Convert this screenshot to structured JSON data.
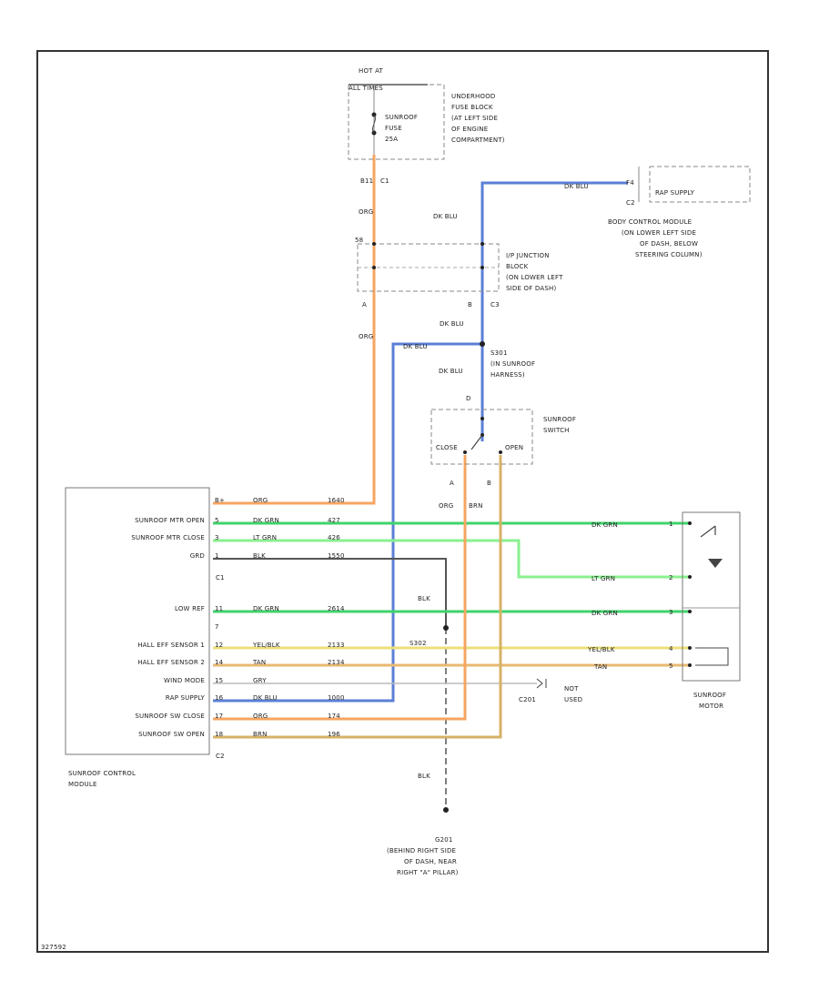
{
  "figure_id": "327592",
  "power": {
    "hot_label_1": "HOT AT",
    "hot_label_2": "ALL TIMES",
    "fuse_label": [
      "SUNROOF",
      "FUSE",
      "25A"
    ],
    "fuse_block_label": [
      "UNDERHOOD",
      "FUSE BLOCK",
      "(AT LEFT SIDE",
      "OF ENGINE",
      "COMPARTMENT)"
    ],
    "pin_b11": "B11",
    "pin_c1_top": "C1",
    "wire_org_1": "ORG",
    "wire_org_2": "ORG"
  },
  "bcm": {
    "wire": "DK BLU",
    "pin": "F4",
    "conn": "C2",
    "supply_label": "RAP SUPPLY",
    "name": [
      "BODY CONTROL MODULE",
      "(ON LOWER LEFT SIDE",
      "OF DASH, BELOW",
      "STEERING COLUMN)"
    ]
  },
  "junction_block": {
    "name": [
      "I/P JUNCTION",
      "BLOCK",
      "(ON LOWER LEFT",
      "SIDE OF DASH)"
    ],
    "pin_58": "58",
    "pin_a": "A",
    "pin_b": "B",
    "pin_c3": "C3",
    "wire_dk_blu_1": "DK BLU",
    "wire_dk_blu_2": "DK BLU",
    "wire_dk_blu_3": "DK BLU",
    "wire_dk_blu_4": "DK BLU"
  },
  "splice": {
    "name": [
      "S301",
      "(IN SUNROOF",
      "HARNESS)"
    ]
  },
  "switch": {
    "name": [
      "SUNROOF",
      "SWITCH"
    ],
    "close_label": "CLOSE",
    "open_label": "OPEN",
    "pin_d": "D",
    "pin_a": "A",
    "pin_b": "B",
    "wire_org": "ORG",
    "wire_brn": "BRN"
  },
  "module": {
    "name": [
      "SUNROOF CONTROL",
      "MODULE"
    ],
    "conn_c1": "C1",
    "conn_c2": "C2",
    "rows": [
      {
        "pin": "B+",
        "label": "",
        "wire": "ORG",
        "circuit": "1640"
      },
      {
        "pin": "5",
        "label": "SUNROOF MTR OPEN",
        "wire": "DK GRN",
        "circuit": "427"
      },
      {
        "pin": "3",
        "label": "SUNROOF MTR CLOSE",
        "wire": "LT GRN",
        "circuit": "426"
      },
      {
        "pin": "1",
        "label": "GRD",
        "wire": "BLK",
        "circuit": "1550"
      },
      {
        "pin": "11",
        "label": "LOW REF",
        "wire": "DK GRN",
        "circuit": "2614"
      },
      {
        "pin": "7",
        "label": "",
        "wire": "",
        "circuit": ""
      },
      {
        "pin": "12",
        "label": "HALL EFF SENSOR 1",
        "wire": "YEL/BLK",
        "circuit": "2133"
      },
      {
        "pin": "14",
        "label": "HALL EFF SENSOR 2",
        "wire": "TAN",
        "circuit": "2134"
      },
      {
        "pin": "15",
        "label": "WIND MODE",
        "wire": "GRY",
        "circuit": ""
      },
      {
        "pin": "16",
        "label": "RAP SUPPLY",
        "wire": "DK BLU",
        "circuit": "1000"
      },
      {
        "pin": "17",
        "label": "SUNROOF SW CLOSE",
        "wire": "ORG",
        "circuit": "174"
      },
      {
        "pin": "18",
        "label": "SUNROOF SW OPEN",
        "wire": "BRN",
        "circuit": "196"
      }
    ]
  },
  "motor": {
    "name": [
      "SUNROOF",
      "MOTOR"
    ],
    "pins": [
      "1",
      "2",
      "3",
      "4",
      "5"
    ],
    "wire_dk_grn": "DK GRN",
    "wire_lt_grn": "LT GRN",
    "wire_dk_grn_2": "DK GRN",
    "wire_yel_blk": "YEL/BLK",
    "wire_tan": "TAN"
  },
  "not_used": {
    "label": [
      "NOT",
      "USED"
    ],
    "conn": "C201"
  },
  "ground": {
    "wire_1": "BLK",
    "wire_2": "BLK",
    "splice": "S302",
    "name": [
      "G201",
      "(BEHIND RIGHT SIDE",
      "OF DASH, NEAR",
      "RIGHT \"A\" PILLAR)"
    ]
  },
  "colors": {
    "org": "#f6a561",
    "dk_blu": "#5a7fd6",
    "dk_grn": "#3fd36b",
    "lt_grn": "#8af08f",
    "yel": "#ece07a",
    "tan": "#e8b871",
    "blk": "#555555",
    "gry": "#bbbbbb",
    "brn": "#d6b266"
  }
}
